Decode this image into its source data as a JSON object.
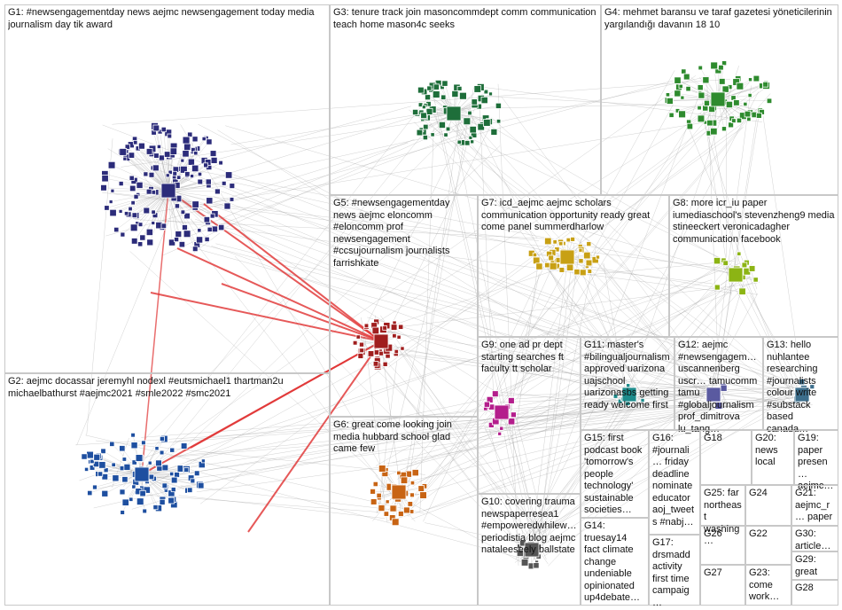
{
  "groups": [
    {
      "id": "g1",
      "text": "G1: #newsengagementday news aejmc newsengagement today media journalism day tik award",
      "node_color": "#2c2c7a"
    },
    {
      "id": "g2",
      "text": "G2: aejmc docassar jeremyhl nodexl #eutsmichael1 thartman2u michaelbathurst #aejmc2021 #smle2022 #smc2021",
      "node_color": "#1e4fa0"
    },
    {
      "id": "g3",
      "text": "G3: tenure track join masoncommdept comm communication teach home mason4c seeks",
      "node_color": "#1e6e3a"
    },
    {
      "id": "g4",
      "text": "G4: mehmet baransu ve taraf gazetesi yöneticilerinin yargılandığı davanın 18 10",
      "node_color": "#2e8b2e"
    },
    {
      "id": "g5",
      "text": "G5: #newsengagementday news aejmc eloncomm #eloncomm prof newsengagement #ccsujournalism journalists farrishkate",
      "node_color": "#a01e1e"
    },
    {
      "id": "g6",
      "text": "G6: great come looking join media hubbard school glad came few",
      "node_color": "#c86414"
    },
    {
      "id": "g7",
      "text": "G7: icd_aejmc aejmc scholars communication opportunity ready great come panel summerdharlow",
      "node_color": "#c8a014"
    },
    {
      "id": "g8",
      "text": "G8: more icr_iu paper iumediaschool's stevenzheng9 media stineeckert veronicadagher communication facebook",
      "node_color": "#8cb414"
    },
    {
      "id": "g9",
      "text": "G9: one ad pr dept starting searches ft faculty tt scholar",
      "node_color": "#b41e8c"
    },
    {
      "id": "g10",
      "text": "G10: covering trauma newspaperresea1 #empoweredwhilew… periodistia blog aejmc nataleeseely ballstate",
      "node_color": "#555555"
    },
    {
      "id": "g11",
      "text": "G11: master's #bilingualjournalism approved uarizona uajschool uarizonasbs getting ready welcome first",
      "node_color": "#1e8c8c"
    },
    {
      "id": "g12",
      "text": "G12: aejmc #newsengagem… uscannenberg uscr… tamucomm tamu #globaljournalism prof_dimitrova lu_tang…",
      "node_color": "#5a5aa0"
    },
    {
      "id": "g13",
      "text": "G13: hello nuhlantee researching #journalists colour write #substack based canada…",
      "node_color": "#3c6e8c"
    },
    {
      "id": "g14",
      "text": "G14: truesay14 fact climate change undeniable opinionated up4debate…",
      "node_color": "#555555"
    },
    {
      "id": "g15",
      "text": "G15: first podcast book 'tomorrow's people technology' sustainable societies…",
      "node_color": "#555555"
    },
    {
      "id": "g16",
      "text": "G16: #journali… friday deadline nominate educator aoj_tweets #nabj…",
      "node_color": "#555555"
    },
    {
      "id": "g17",
      "text": "G17: drsmadd activity first time campaig…",
      "node_color": "#555555"
    },
    {
      "id": "g18",
      "text": "G18",
      "node_color": "#555555"
    },
    {
      "id": "g19",
      "text": "G19: paper presen… aejmc…",
      "node_color": "#555555"
    },
    {
      "id": "g20",
      "text": "G20: news local",
      "node_color": "#2e8b57"
    },
    {
      "id": "g21",
      "text": "G21: aejmc_r… paper",
      "node_color": "#555555"
    },
    {
      "id": "g22",
      "text": "G22",
      "node_color": "#555555"
    },
    {
      "id": "g23",
      "text": "G23: come work…",
      "node_color": "#555555"
    },
    {
      "id": "g24",
      "text": "G24",
      "node_color": "#555555"
    },
    {
      "id": "g25",
      "text": "G25: far northeast washing…",
      "node_color": "#555555"
    },
    {
      "id": "g26",
      "text": "G26",
      "node_color": "#555555"
    },
    {
      "id": "g27",
      "text": "G27",
      "node_color": "#555555"
    },
    {
      "id": "g28",
      "text": "G28",
      "node_color": "#555555"
    },
    {
      "id": "g29",
      "text": "G29: great",
      "node_color": "#555555"
    },
    {
      "id": "g30",
      "text": "G30: article…",
      "node_color": "#555555"
    }
  ],
  "colors": {
    "edge_gray": "#9a9a9a",
    "edge_red": "#e03030",
    "panel_border": "#c8c8c8",
    "background": "#ffffff"
  }
}
